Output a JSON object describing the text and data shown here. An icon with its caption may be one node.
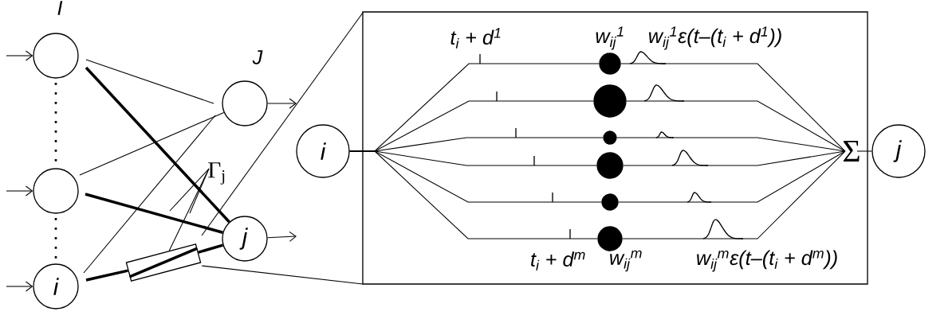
{
  "diagram": {
    "nodes": [
      {
        "text": [],
        "shape": "circle"
      },
      {
        "text": [],
        "shape": "circle"
      },
      {
        "text": [
          "i"
        ]
      },
      {
        "text": [],
        "shape": "circle"
      },
      {
        "text": [
          "j"
        ]
      },
      {
        "text": [],
        "shape": "box"
      },
      {
        "text": [
          "Γ$_{j}$"
        ]
      },
      {
        "text": [],
        "shape": "box"
      },
      {
        "text": [
          "i"
        ]
      },
      {
        "text": [
          "Σ"
        ],
        "in": 7
      },
      {
        "text": [
          "j"
        ]
      },
      {
        "text": [],
        "shape": "circle",
        "in": 7
      },
      {
        "text": [],
        "shape": "circle",
        "in": 7
      },
      {
        "text": [],
        "shape": "circle",
        "in": 7
      },
      {
        "text": [],
        "shape": "circle",
        "in": 7
      },
      {
        "text": [],
        "shape": "circle",
        "in": 7
      },
      {
        "text": [],
        "shape": "circle",
        "in": 7
      }
    ],
    "edges": [
      {
        "from": null,
        "to": 0,
        "arrow": "to"
      },
      {
        "from": null,
        "to": 1,
        "arrow": "to"
      },
      {
        "from": null,
        "to": 2,
        "arrow": "to"
      },
      {
        "from": 3,
        "to": null,
        "arrow": "to"
      },
      {
        "from": 4,
        "to": null,
        "arrow": "to"
      },
      {
        "from": 0,
        "to": 3,
        "arrow": "none"
      },
      {
        "from": 0,
        "to": 4,
        "arrow": "none",
        "style": "thick"
      },
      {
        "from": 1,
        "to": 3,
        "arrow": "none"
      },
      {
        "from": 1,
        "to": 4,
        "arrow": "none",
        "style": "thick"
      },
      {
        "from": 2,
        "to": 3,
        "arrow": "none"
      },
      {
        "from": 2,
        "to": 5,
        "arrow": "none",
        "style": "thick"
      },
      {
        "from": 6,
        "to": null,
        "arrow": "none"
      },
      {
        "from": 6,
        "to": null,
        "arrow": "none"
      },
      {
        "from": 6,
        "to": 5,
        "arrow": "none"
      },
      {
        "from": 5,
        "to": 7,
        "arrow": "none"
      },
      {
        "from": 5,
        "to": 7,
        "arrow": "none"
      },
      {
        "from": 8,
        "to": 11,
        "arrow": "none"
      },
      {
        "from": 8,
        "to": 12,
        "arrow": "none"
      },
      {
        "from": 8,
        "to": 13,
        "arrow": "none"
      },
      {
        "from": 8,
        "to": 14,
        "arrow": "none"
      },
      {
        "from": 8,
        "to": 15,
        "arrow": "none"
      },
      {
        "from": 8,
        "to": 16,
        "arrow": "none"
      },
      {
        "from": 11,
        "to": 9,
        "arrow": "none"
      },
      {
        "from": 12,
        "to": 9,
        "arrow": "none"
      },
      {
        "from": 13,
        "to": 9,
        "arrow": "none"
      },
      {
        "from": 14,
        "to": 9,
        "arrow": "none"
      },
      {
        "from": 15,
        "to": 9,
        "arrow": "none"
      },
      {
        "from": 16,
        "to": 9,
        "arrow": "none"
      },
      {
        "from": 9,
        "to": 10,
        "arrow": "none"
      },
      {
        "from": 0,
        "to": 1,
        "arrow": "none",
        "style": "dashed"
      },
      {
        "from": 1,
        "to": 2,
        "arrow": "none",
        "style": "dashed"
      },
      {
        "from": 5,
        "to": 4,
        "arrow": "none",
        "style": "thick"
      }
    ],
    "labels": [
      "I",
      "J",
      "t$_{i}$ + d$^{1}$",
      "w$_{ij}$$^{1}$",
      "w$_{ij}$$^{1}$ε(t–(t$_{i}$ + d$^{1}$))",
      "t$_{i}$ + d$^{m}$",
      "w$_{ij}$$^{m}$",
      "w$_{ij}$$^{m}$ε(t–(t$_{i}$ + d$^{m}$))"
    ]
  }
}
